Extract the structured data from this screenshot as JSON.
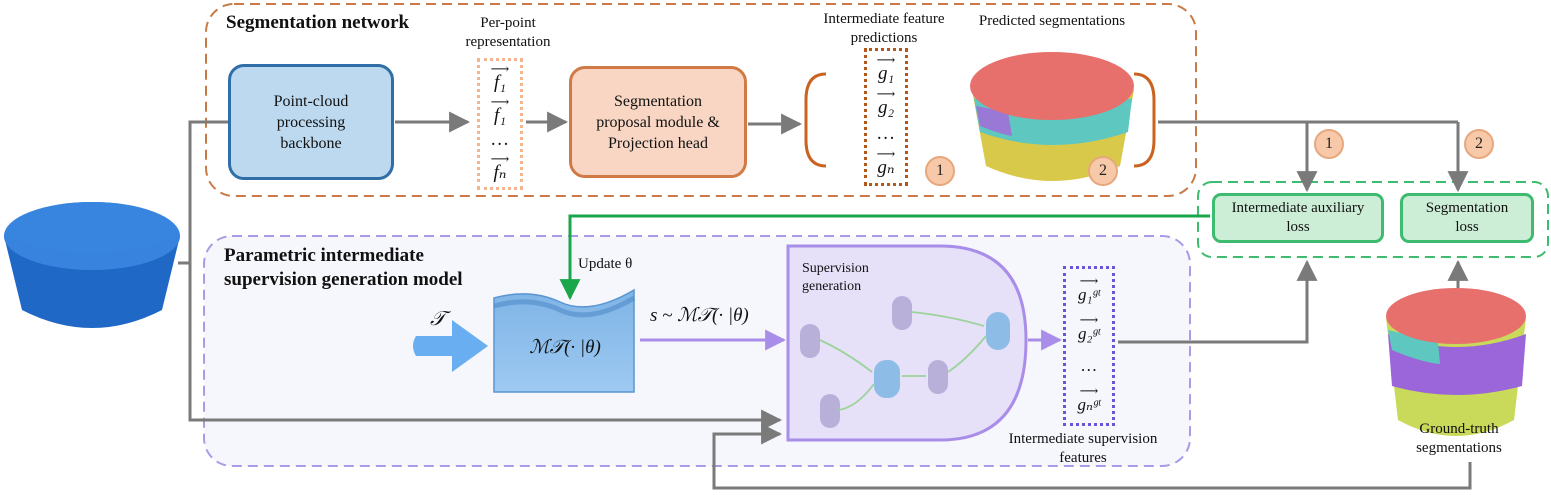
{
  "segmentation_network": {
    "title": "Segmentation network",
    "backbone_label": "Point-cloud processing backbone",
    "per_point_label": "Per-point representation",
    "per_point_vectors": [
      "f₁",
      "f₁",
      "…",
      "fₙ"
    ],
    "proposal_label": "Segmentation proposal module & Projection head",
    "intermediate_label": "Intermediate feature predictions",
    "intermediate_vectors": [
      "g₁",
      "g₂",
      "…",
      "gₙ"
    ],
    "predicted_label": "Predicted segmentations"
  },
  "losses": {
    "intermediate_loss": "Intermediate auxiliary loss",
    "segmentation_loss": "Segmentation loss"
  },
  "badges": {
    "one": "1",
    "two": "2"
  },
  "supervision_model": {
    "title_line1": "Parametric intermediate",
    "title_line2": "supervision generation model",
    "update_label": "Update θ",
    "task_symbol": "𝒯",
    "model_label": "ℳ𝒯(· |θ)",
    "sample_label": "s ~ ℳ𝒯(· |θ)",
    "generation_label": "Supervision generation",
    "gt_vectors": [
      "g₁ᵍᵗ",
      "g₂ᵍᵗ",
      "…",
      "gₙᵍᵗ"
    ],
    "gt_features_label": "Intermediate supervision features"
  },
  "ground_truth_label": "Ground-truth segmentations",
  "colors": {
    "seg_border": "#c97b47",
    "sup_border": "#a99be8",
    "loss_border": "#3dbb6e",
    "backbone_fill": "#bcd9ef",
    "backbone_border": "#2f6ea6",
    "proposal_fill": "#f8d6c3",
    "proposal_border": "#d17a45",
    "arrow_gray": "#7a7a7a",
    "arrow_green": "#1aa64a",
    "arrow_purple": "#a88ee8"
  }
}
